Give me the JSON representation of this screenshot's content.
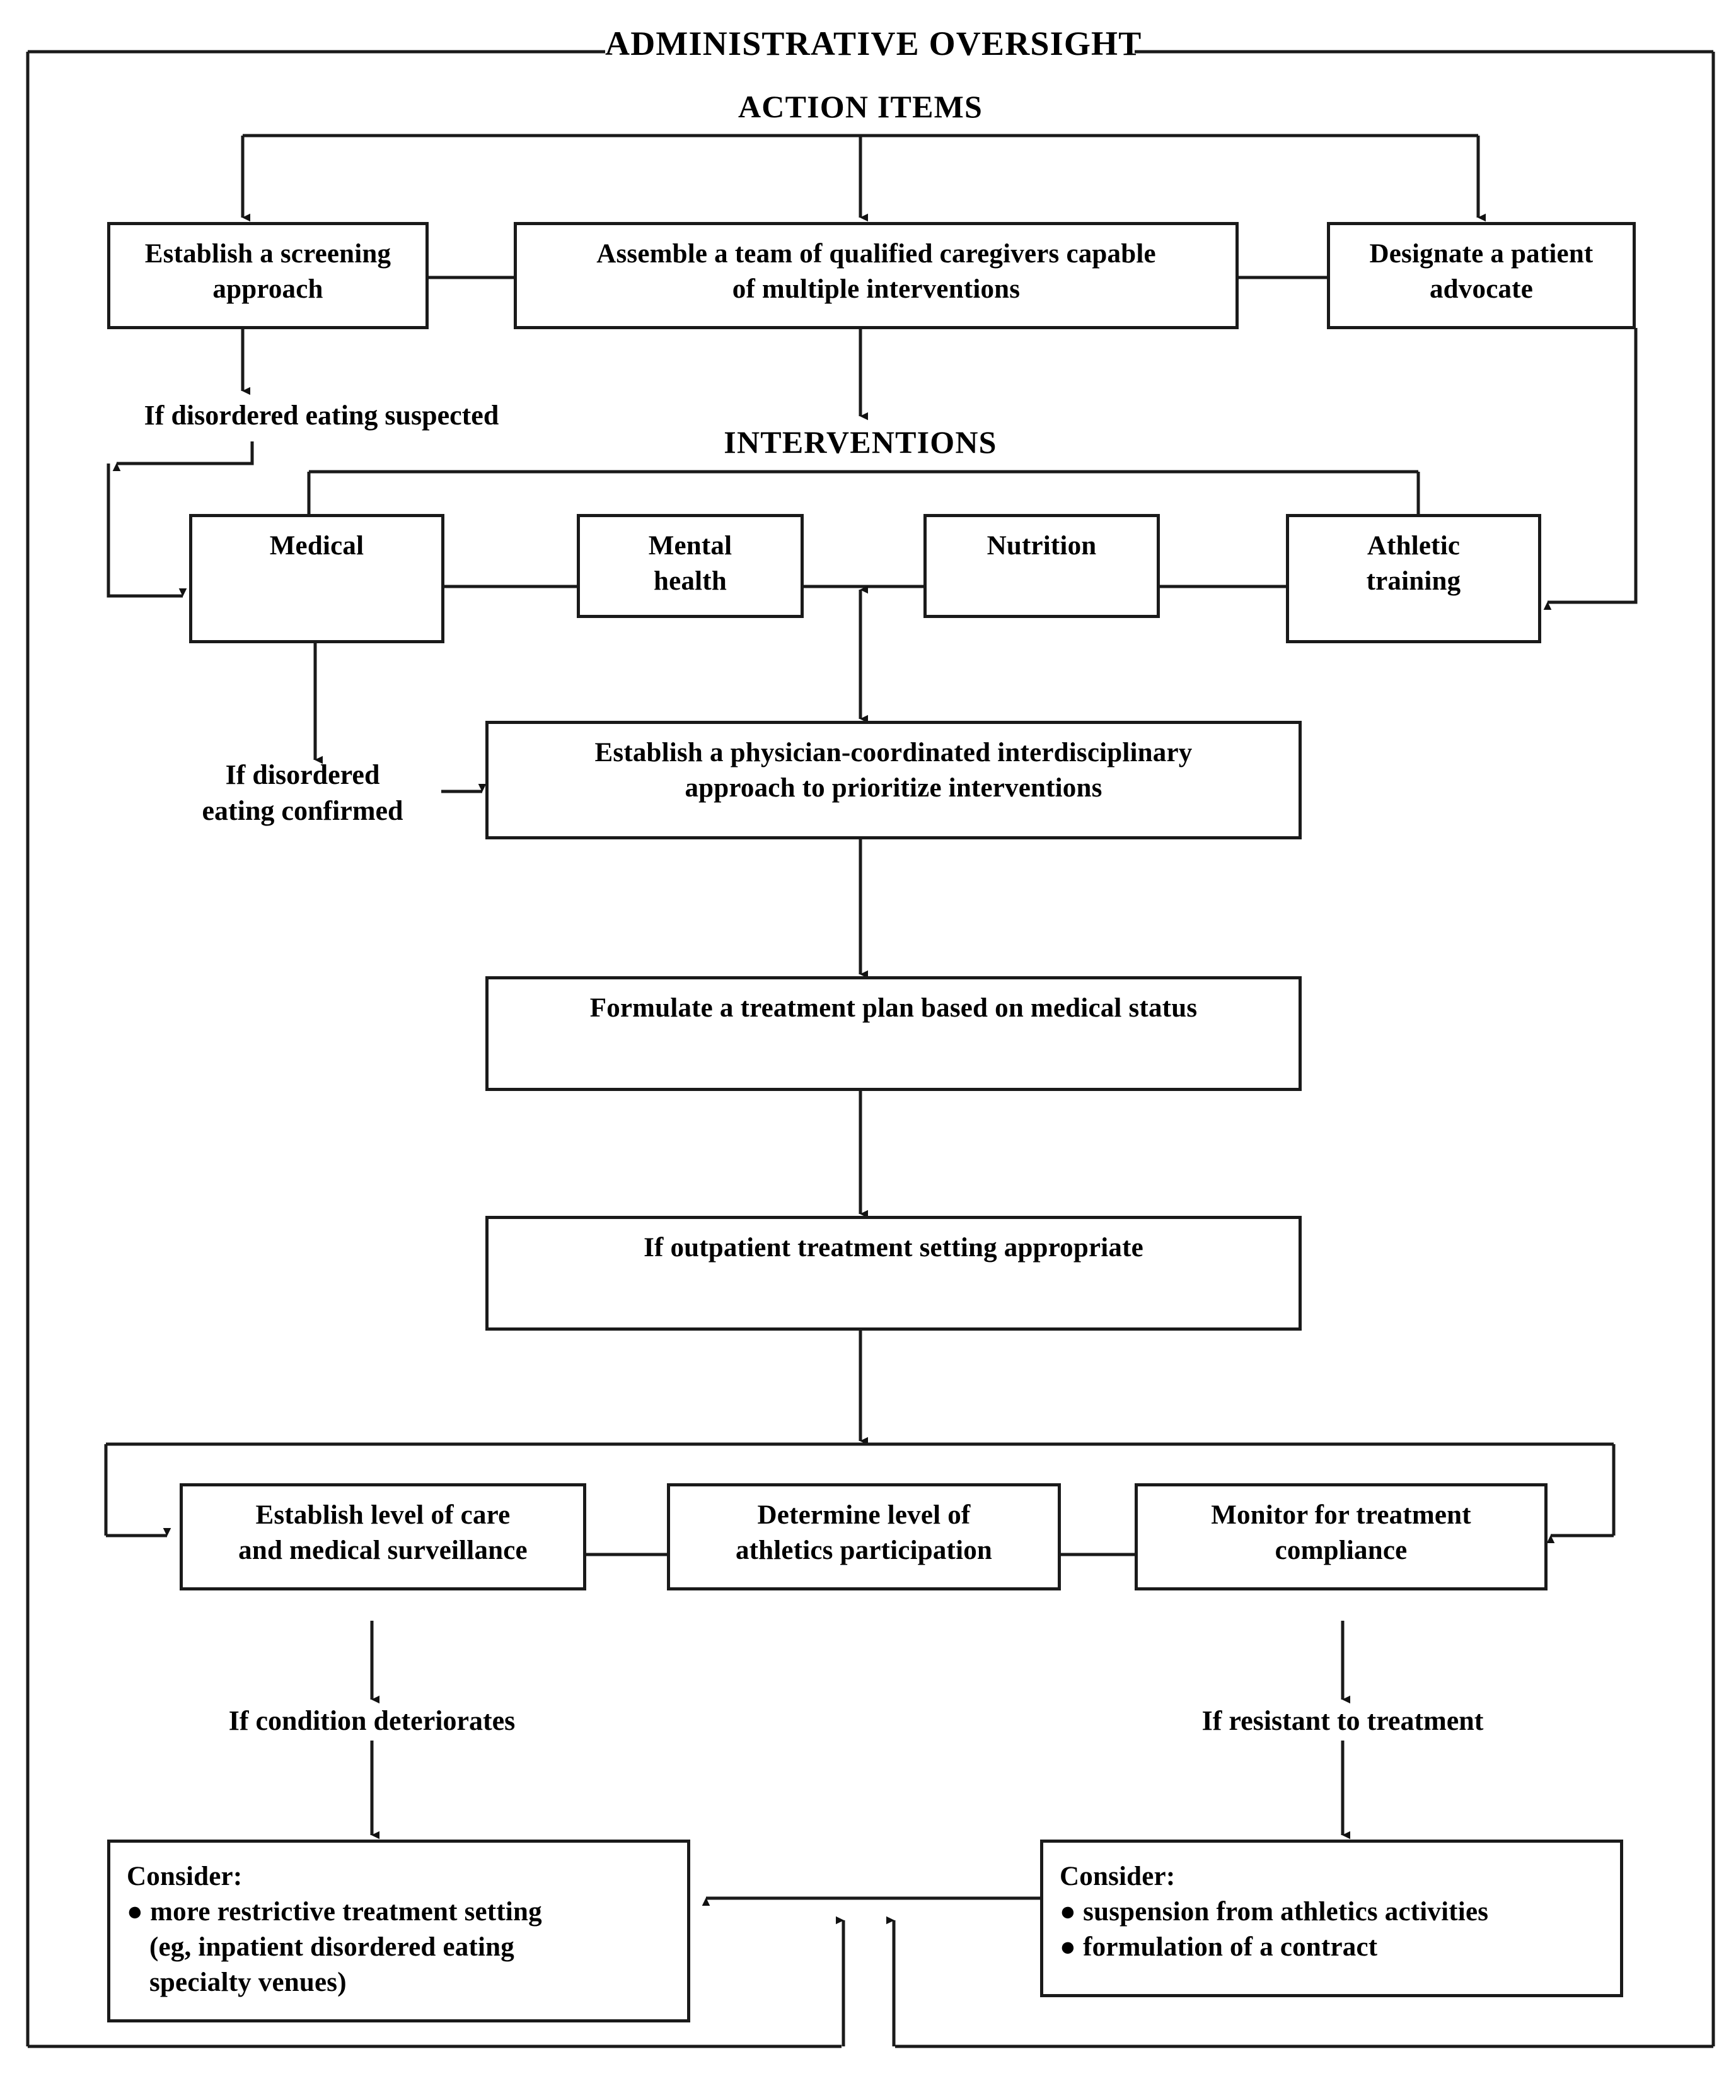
{
  "diagram": {
    "title": "ADMINISTRATIVE OVERSIGHT",
    "sections": {
      "action_items": "ACTION ITEMS",
      "interventions": "INTERVENTIONS"
    },
    "action_boxes": [
      {
        "id": "screening",
        "line1": "Establish a screening",
        "line2": "approach"
      },
      {
        "id": "team",
        "line1": "Assemble a team of qualified caregivers capable",
        "line2": "of multiple interventions"
      },
      {
        "id": "advocate",
        "line1": "Designate a patient",
        "line2": "advocate"
      }
    ],
    "intervention_boxes": [
      {
        "id": "medical",
        "line1": "Medical",
        "line2": ""
      },
      {
        "id": "mental-health",
        "line1": "Mental",
        "line2": "health"
      },
      {
        "id": "nutrition",
        "line1": "Nutrition",
        "line2": ""
      },
      {
        "id": "athletic-training",
        "line1": "Athletic",
        "line2": "training"
      }
    ],
    "conditions": {
      "suspected": "If disordered eating suspected",
      "confirmed_l1": "If disordered",
      "confirmed_l2": "eating confirmed",
      "deteriorates": "If condition deteriorates",
      "resistant": "If resistant to treatment"
    },
    "process_boxes": {
      "coordinate_l1": "Establish a physician-coordinated interdisciplinary",
      "coordinate_l2": "approach to prioritize interventions",
      "formulate": "Formulate a treatment plan based on medical status",
      "outpatient": "If outpatient treatment setting appropriate"
    },
    "management_boxes": [
      {
        "id": "level-of-care",
        "line1": "Establish level of care",
        "line2": "and medical surveillance"
      },
      {
        "id": "athletics-participation",
        "line1": "Determine level of",
        "line2": "athletics participation"
      },
      {
        "id": "treatment-compliance",
        "line1": "Monitor for treatment",
        "line2": "compliance"
      }
    ],
    "consider_left": {
      "heading": "Consider:",
      "items": [
        {
          "bullet": "●",
          "l1": "more restrictive treatment setting",
          "l2": "(eg, inpatient disordered eating",
          "l3": "specialty venues)"
        }
      ]
    },
    "consider_right": {
      "heading": "Consider:",
      "items": [
        {
          "bullet": "●",
          "l1": "suspension from athletics activities",
          "l2": "",
          "l3": ""
        },
        {
          "bullet": "●",
          "l1": "formulation of a contract",
          "l2": "",
          "l3": ""
        }
      ]
    },
    "colors": {
      "line": "#1a1a1a",
      "text": "#000000",
      "background": "#ffffff"
    }
  }
}
